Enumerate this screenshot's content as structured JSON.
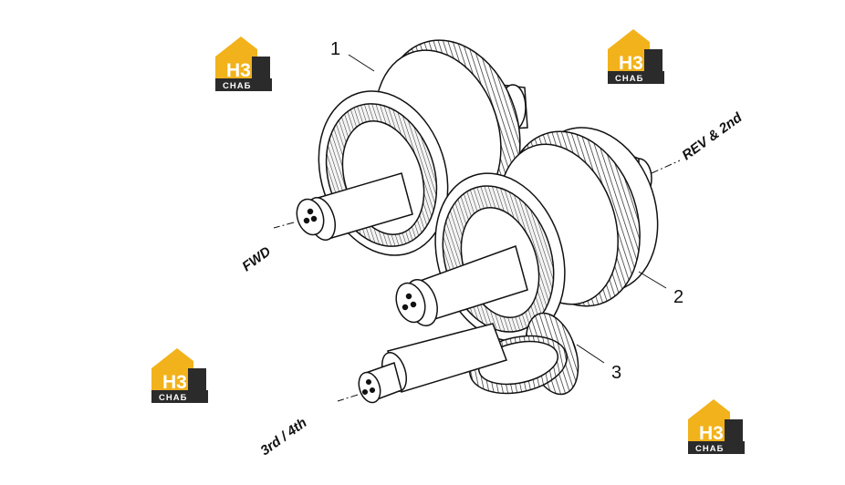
{
  "callouts": {
    "c1": "1",
    "c2": "2",
    "c3": "3"
  },
  "shaft_labels": {
    "fwd": "FWD",
    "rev_2nd": "REV & 2nd",
    "third_fourth": "3rd / 4th"
  },
  "watermark": {
    "main": "H3",
    "sub": "CHAБ"
  },
  "colors": {
    "line": "#111111",
    "logo_yellow": "#f2b21b",
    "logo_dark": "#2b2b2b"
  }
}
